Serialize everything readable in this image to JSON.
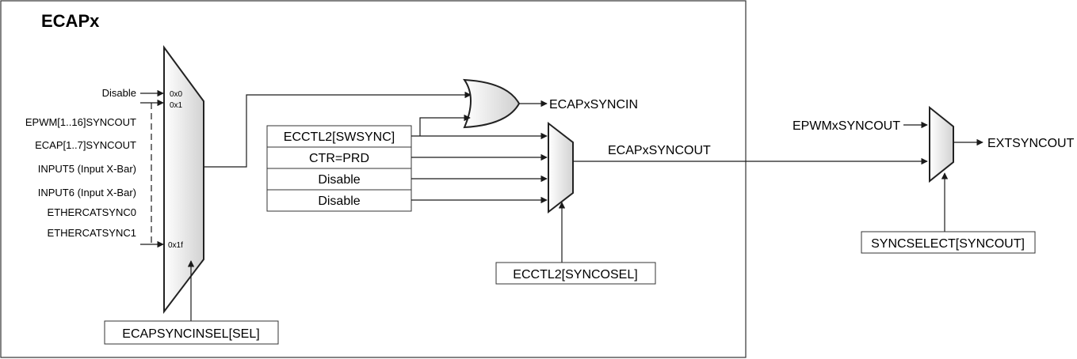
{
  "diagram": {
    "title": "ECAPx",
    "mux1": {
      "inputs": [
        "Disable",
        "EPWM[1..16]SYNCOUT",
        "ECAP[1..7]SYNCOUT",
        "INPUT5 (Input X-Bar)",
        "INPUT6 (Input X-Bar)",
        "ETHERCATSYNC0",
        "ETHERCATSYNC1"
      ],
      "codes": [
        "0x0",
        "0x1",
        "0x1f"
      ],
      "select": "ECAPSYNCINSEL[SEL]"
    },
    "or_output": "ECAPxSYNCIN",
    "mux2": {
      "inputs": [
        "ECCTL2[SWSYNC]",
        "CTR=PRD",
        "Disable",
        "Disable"
      ],
      "select": "ECCTL2[SYNCOSEL]",
      "output": "ECAPxSYNCOUT"
    },
    "mux3": {
      "input": "EPWMxSYNCOUT",
      "output": "EXTSYNCOUT",
      "select": "SYNCSELECT[SYNCOUT]"
    }
  },
  "colors": {
    "line": "#1a1a1a",
    "mux_fill": "#e6e6e6"
  }
}
